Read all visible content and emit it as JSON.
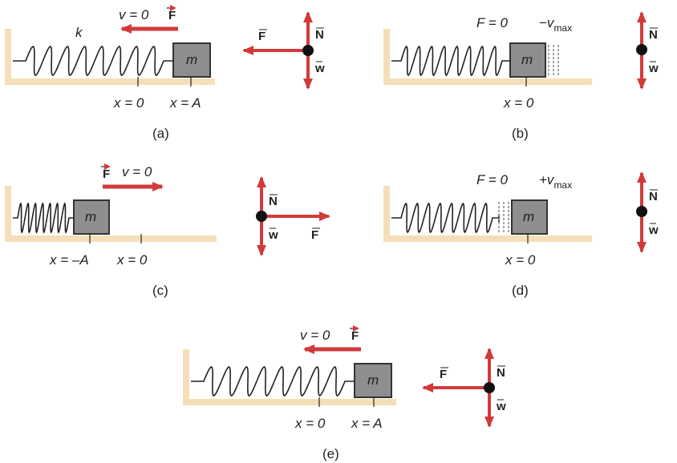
{
  "panels": {
    "a": {
      "caption": "(a)",
      "spring_label": "k",
      "velocity": "v = 0",
      "force": "F",
      "mass": "m",
      "pos1": "x = 0",
      "pos2": "x = A",
      "fbd_n": "N",
      "fbd_w": "w",
      "fbd_f": "F"
    },
    "b": {
      "caption": "(b)",
      "force_eq": "F = 0",
      "velocity": "−v",
      "velocity_sub": "max",
      "mass": "m",
      "pos1": "x = 0",
      "fbd_n": "N",
      "fbd_w": "w"
    },
    "c": {
      "caption": "(c)",
      "force": "F",
      "velocity": "v = 0",
      "mass": "m",
      "pos1": "x = –A",
      "pos2": "x = 0",
      "fbd_n": "N",
      "fbd_w": "w",
      "fbd_f": "F"
    },
    "d": {
      "caption": "(d)",
      "force_eq": "F = 0",
      "velocity": "+v",
      "velocity_sub": "max",
      "mass": "m",
      "pos1": "x = 0",
      "fbd_n": "N",
      "fbd_w": "w"
    },
    "e": {
      "caption": "(e)",
      "velocity": "v = 0",
      "force": "F",
      "mass": "m",
      "pos1": "x = 0",
      "pos2": "x = A",
      "fbd_n": "N",
      "fbd_w": "w",
      "fbd_f": "F"
    }
  },
  "colors": {
    "floor": "#f4dfb8",
    "arrow": "#d23a3a",
    "block": "#8e8e8e",
    "block_stroke": "#333333"
  }
}
